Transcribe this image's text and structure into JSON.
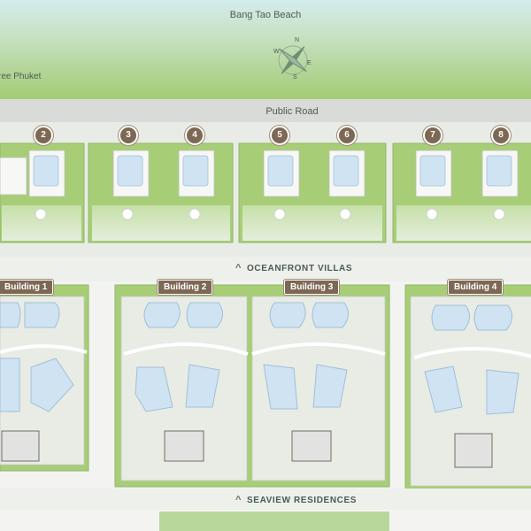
{
  "map": {
    "beach_label": "Bang Tao Beach",
    "road_label": "Public Road",
    "left_partial_label": "ree Phuket",
    "compass": {
      "n": "N",
      "e": "E",
      "s": "S",
      "w": "W"
    }
  },
  "villas": [
    {
      "number": "2"
    },
    {
      "number": "3"
    },
    {
      "number": "4"
    },
    {
      "number": "5"
    },
    {
      "number": "6"
    },
    {
      "number": "7"
    },
    {
      "number": "8"
    }
  ],
  "sections": {
    "oceanfront": "OCEANFRONT VILLAS",
    "seaview": "SEAVIEW RESIDENCES"
  },
  "buildings": [
    {
      "label": "Building 1"
    },
    {
      "label": "Building 2"
    },
    {
      "label": "Building 3"
    },
    {
      "label": "Building 4"
    }
  ],
  "colors": {
    "sea_top": "#cfe9ec",
    "lawn": "#a8cf79",
    "road": "#d8dbd7",
    "pool": "#cfe3f2",
    "marker": "#7d6854"
  }
}
